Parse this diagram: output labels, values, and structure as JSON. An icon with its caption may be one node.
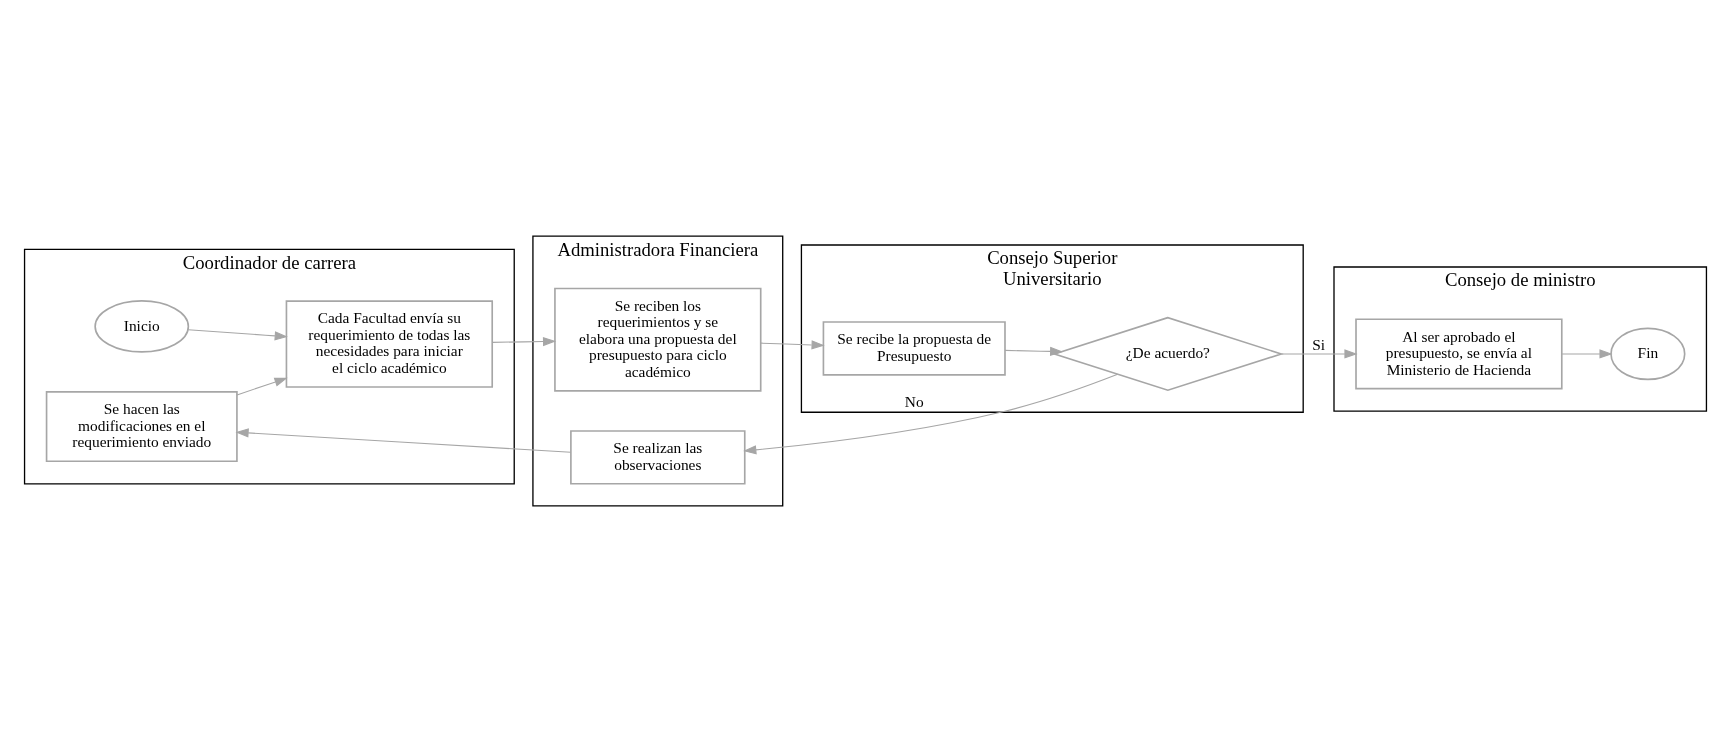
{
  "diagram": {
    "nodes": [
      {
        "text": [
          "Coordinador de carrera"
        ]
      },
      {
        "text": [
          "Administradora Financiera"
        ]
      },
      {
        "text": [
          "Consejo Superior Universitario"
        ]
      },
      {
        "text": [
          "Consejo de ministro"
        ]
      },
      {
        "text": [
          "Inicio"
        ],
        "in": 0
      },
      {
        "text": [
          "Cada Facultad envía su requerimiento de todas las necesidades para iniciar el ciclo académico"
        ],
        "in": 0
      },
      {
        "text": [
          "Se hacen las modificaciones en el requerimiento enviado"
        ],
        "in": 0
      },
      {
        "text": [
          "Se reciben los requerimientos y se elabora una propuesta del presupuesto para ciclo académico"
        ],
        "in": 1
      },
      {
        "text": [
          "Se realizan las observaciones"
        ],
        "in": 1
      },
      {
        "text": [
          "Se recibe la propuesta de Presupuesto"
        ],
        "in": 2
      },
      {
        "text": [
          "¿De acuerdo?"
        ],
        "in": 2
      },
      {
        "text": [
          "Al ser aprobado el presupuesto, se envía al Ministerio de Hacienda"
        ],
        "in": 3
      },
      {
        "text": [
          "Fin"
        ],
        "in": 3
      }
    ],
    "edges": [
      {
        "from": 4,
        "to": 5,
        "arrow": "to"
      },
      {
        "from": 5,
        "to": 7,
        "arrow": "to"
      },
      {
        "from": 7,
        "to": 9,
        "arrow": "to"
      },
      {
        "from": 9,
        "to": 10,
        "arrow": "to"
      },
      {
        "from": 10,
        "to": 11,
        "arrow": "to",
        "label": "Si"
      },
      {
        "from": 10,
        "to": 8,
        "arrow": "to",
        "label": "No"
      },
      {
        "from": 8,
        "to": 6,
        "arrow": "to"
      },
      {
        "from": 6,
        "to": 5,
        "arrow": "to"
      },
      {
        "from": 11,
        "to": 12,
        "arrow": "to"
      }
    ]
  }
}
